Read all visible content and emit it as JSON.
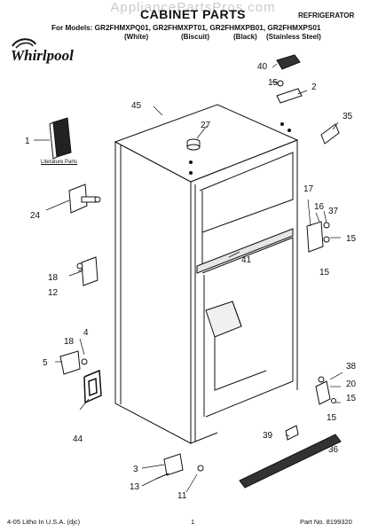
{
  "header": {
    "watermark": "AppliancePartsPros.com",
    "title": "CABINET PARTS",
    "category": "REFRIGERATOR",
    "models_line": "For Models: GR2FHMXPQ01, GR2FHMXPT01, GR2FHMXPB01, GR2FHMXPS01",
    "colors": [
      "(White)",
      "(Biscuit)",
      "(Black)",
      "(Stainless Steel)"
    ]
  },
  "logo": {
    "brand": "Whirlpool",
    "icon": "whirlpool-swirl-logo"
  },
  "diagram": {
    "literature_label": "Literature Parts",
    "callouts": [
      "1",
      "2",
      "3",
      "4",
      "5",
      "11",
      "12",
      "13",
      "15",
      "15",
      "15",
      "15",
      "15",
      "16",
      "17",
      "18",
      "18",
      "20",
      "24",
      "27",
      "35",
      "36",
      "37",
      "38",
      "39",
      "40",
      "41",
      "44",
      "45"
    ]
  },
  "footer": {
    "left": "4-05 Litho In U.S.A. (djc)",
    "page": "1",
    "part_no": "Part No. 8199320"
  }
}
